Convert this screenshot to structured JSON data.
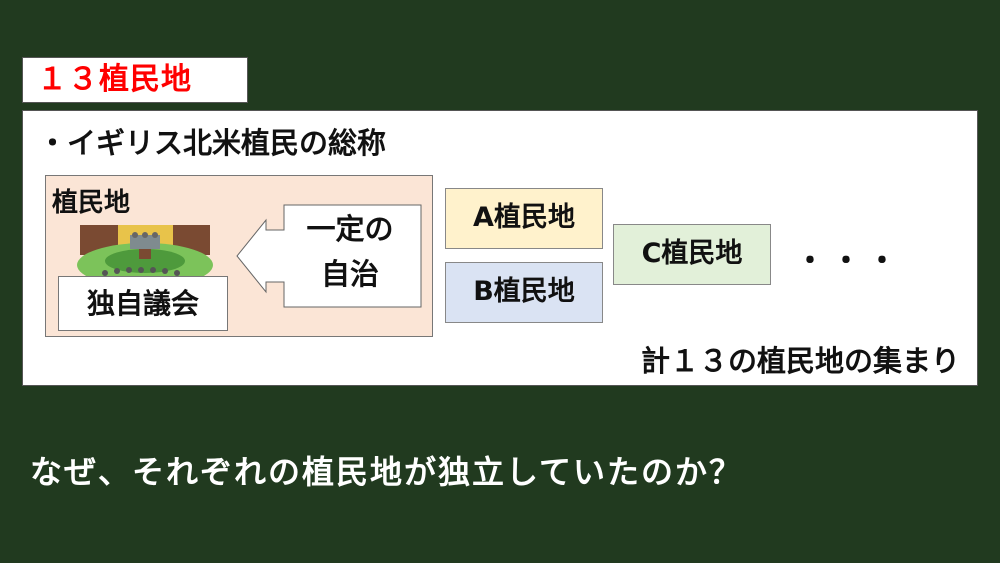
{
  "title": "１３植民地",
  "bullet": "・イギリス北米植民の総称",
  "colony_box": {
    "label": "植民地",
    "assembly": "独自議会",
    "callout_line1": "一定の",
    "callout_line2": "自治"
  },
  "colonies": {
    "a": "A植民地",
    "b": "B植民地",
    "c": "C植民地",
    "ellipsis": "・・・"
  },
  "total": "計１３の植民地の集まり",
  "question": "なぜ、それぞれの植民地が独立していたのか？",
  "colors": {
    "background": "#213a1f",
    "title": "#ff0000",
    "colony_fill": "#fbe5d6",
    "a_fill": "#fff2cc",
    "b_fill": "#dae3f3",
    "c_fill": "#e2f0d9"
  }
}
